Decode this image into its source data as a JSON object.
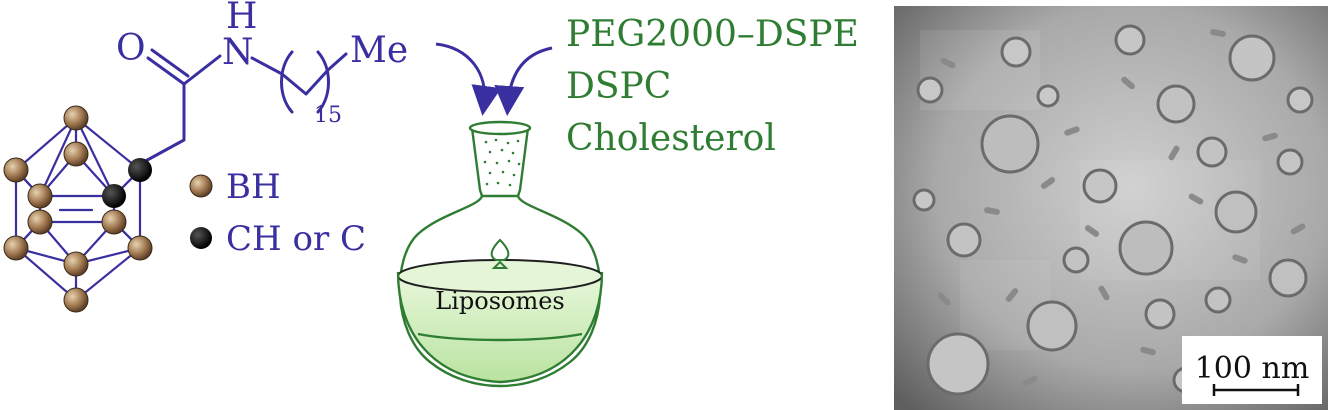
{
  "molecule": {
    "o_label": "O",
    "h_label": "H",
    "n_label": "N",
    "repeat_subscript": "15",
    "me_label": "Me"
  },
  "legend": {
    "bh_label": "BH",
    "ch_label": "CH or C"
  },
  "lipids": {
    "peg": "PEG2000–DSPE",
    "dspc": "DSPC",
    "chol": "Cholesterol"
  },
  "flask": {
    "label": "Liposomes"
  },
  "micrograph": {
    "scale_bar_label": "100 nm"
  },
  "colors": {
    "molecule": "#3a2fa0",
    "lipid_text": "#2e7d32",
    "bh_atom": "#a27a52",
    "ch_atom": "#111111",
    "flask_fill": "#d8f0c8"
  }
}
